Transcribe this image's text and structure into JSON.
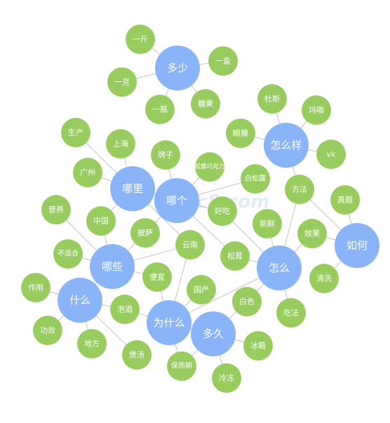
{
  "colors": {
    "primary": "#8ab4f8",
    "secondary": "#99cc5f",
    "edge": "#c4c4c4",
    "watermark": "#e3ecf6"
  },
  "watermark": {
    "text": "cc8.com"
  },
  "graph": {
    "nodes": [
      {
        "id": "duoshao",
        "label": "多少",
        "kind": "primary"
      },
      {
        "id": "yijin",
        "label": "一斤",
        "kind": "secondary"
      },
      {
        "id": "yihe",
        "label": "一盒",
        "kind": "secondary"
      },
      {
        "id": "yike",
        "label": "一克",
        "kind": "secondary"
      },
      {
        "id": "yiping",
        "label": "一瓶",
        "kind": "secondary"
      },
      {
        "id": "tangguo",
        "label": "糖果",
        "kind": "secondary"
      },
      {
        "id": "zenmeyang",
        "label": "怎么样",
        "kind": "primary"
      },
      {
        "id": "dufu",
        "label": "杜斯",
        "kind": "secondary"
      },
      {
        "id": "maka",
        "label": "玛咖",
        "kind": "secondary"
      },
      {
        "id": "yanmo",
        "label": "眼膜",
        "kind": "secondary"
      },
      {
        "id": "vk",
        "label": "vk",
        "kind": "secondary"
      },
      {
        "id": "shengchan",
        "label": "生产",
        "kind": "secondary"
      },
      {
        "id": "shanghai",
        "label": "上海",
        "kind": "secondary"
      },
      {
        "id": "paizi",
        "label": "牌子",
        "kind": "secondary"
      },
      {
        "id": "songlu",
        "label": "松露巧克力",
        "kind": "secondary"
      },
      {
        "id": "baisonglu",
        "label": "白松露",
        "kind": "secondary"
      },
      {
        "id": "guangzhou",
        "label": "广州",
        "kind": "secondary"
      },
      {
        "id": "nali",
        "label": "哪里",
        "kind": "primary"
      },
      {
        "id": "nage",
        "label": "哪个",
        "kind": "primary"
      },
      {
        "id": "fangfa",
        "label": "方法",
        "kind": "secondary"
      },
      {
        "id": "zhenjia",
        "label": "真假",
        "kind": "secondary"
      },
      {
        "id": "yingyang",
        "label": "营养",
        "kind": "secondary"
      },
      {
        "id": "haochi",
        "label": "好吃",
        "kind": "secondary"
      },
      {
        "id": "zhongguo",
        "label": "中国",
        "kind": "secondary"
      },
      {
        "id": "xinxian",
        "label": "新鲜",
        "kind": "secondary"
      },
      {
        "id": "xiaoguo",
        "label": "效果",
        "kind": "secondary"
      },
      {
        "id": "ruhe",
        "label": "如何",
        "kind": "primary"
      },
      {
        "id": "pisa",
        "label": "披萨",
        "kind": "secondary"
      },
      {
        "id": "yunnan",
        "label": "云南",
        "kind": "secondary"
      },
      {
        "id": "buheshi",
        "label": "不适合",
        "kind": "secondary"
      },
      {
        "id": "naxie",
        "label": "哪些",
        "kind": "primary"
      },
      {
        "id": "songrong",
        "label": "松茸",
        "kind": "secondary"
      },
      {
        "id": "zenme",
        "label": "怎么",
        "kind": "primary"
      },
      {
        "id": "qingxi",
        "label": "清洗",
        "kind": "secondary"
      },
      {
        "id": "bianyi",
        "label": "便宜",
        "kind": "secondary"
      },
      {
        "id": "zuoyong",
        "label": "作用",
        "kind": "secondary"
      },
      {
        "id": "shenme",
        "label": "什么",
        "kind": "primary"
      },
      {
        "id": "guochan",
        "label": "国产",
        "kind": "secondary"
      },
      {
        "id": "paojiu",
        "label": "泡酒",
        "kind": "secondary"
      },
      {
        "id": "baise",
        "label": "白色",
        "kind": "secondary"
      },
      {
        "id": "chifa",
        "label": "吃法",
        "kind": "secondary"
      },
      {
        "id": "weishenme",
        "label": "为什么",
        "kind": "primary"
      },
      {
        "id": "gongxiao",
        "label": "功效",
        "kind": "secondary"
      },
      {
        "id": "duojiu",
        "label": "多久",
        "kind": "primary"
      },
      {
        "id": "difang",
        "label": "地方",
        "kind": "secondary"
      },
      {
        "id": "baotang",
        "label": "煲汤",
        "kind": "secondary"
      },
      {
        "id": "bingxiang",
        "label": "冰箱",
        "kind": "secondary"
      },
      {
        "id": "baozhiqi",
        "label": "保质期",
        "kind": "secondary"
      },
      {
        "id": "lengdong",
        "label": "冷冻",
        "kind": "secondary"
      }
    ],
    "edges": [
      [
        "duoshao",
        "yijin"
      ],
      [
        "duoshao",
        "yihe"
      ],
      [
        "duoshao",
        "yike"
      ],
      [
        "duoshao",
        "yiping"
      ],
      [
        "duoshao",
        "tangguo"
      ],
      [
        "zenmeyang",
        "dufu"
      ],
      [
        "zenmeyang",
        "maka"
      ],
      [
        "zenmeyang",
        "yanmo"
      ],
      [
        "zenmeyang",
        "vk"
      ],
      [
        "zenmeyang",
        "fangfa"
      ],
      [
        "nali",
        "shengchan"
      ],
      [
        "nali",
        "shanghai"
      ],
      [
        "nali",
        "guangzhou"
      ],
      [
        "nali",
        "zhongguo"
      ],
      [
        "nali",
        "yunnan"
      ],
      [
        "nali",
        "nage"
      ],
      [
        "nage",
        "paizi"
      ],
      [
        "nage",
        "songlu"
      ],
      [
        "nage",
        "baisonglu"
      ],
      [
        "nage",
        "haochi"
      ],
      [
        "nage",
        "pisa"
      ],
      [
        "nage",
        "songrong"
      ],
      [
        "ruhe",
        "fangfa"
      ],
      [
        "ruhe",
        "zhenjia"
      ],
      [
        "ruhe",
        "xiaoguo"
      ],
      [
        "ruhe",
        "qingxi"
      ],
      [
        "zenme",
        "xinxian"
      ],
      [
        "zenme",
        "xiaoguo"
      ],
      [
        "zenme",
        "songrong"
      ],
      [
        "zenme",
        "chifa"
      ],
      [
        "zenme",
        "baise"
      ],
      [
        "zenme",
        "haochi"
      ],
      [
        "zenme",
        "fangfa"
      ],
      [
        "naxie",
        "yingyang"
      ],
      [
        "naxie",
        "buheshi"
      ],
      [
        "naxie",
        "zhongguo"
      ],
      [
        "naxie",
        "pisa"
      ],
      [
        "naxie",
        "yunnan"
      ],
      [
        "naxie",
        "bianyi"
      ],
      [
        "naxie",
        "shenme"
      ],
      [
        "shenme",
        "zuoyong"
      ],
      [
        "shenme",
        "gongxiao"
      ],
      [
        "shenme",
        "difang"
      ],
      [
        "shenme",
        "paojiu"
      ],
      [
        "shenme",
        "baotang"
      ],
      [
        "weishenme",
        "bianyi"
      ],
      [
        "weishenme",
        "paojiu"
      ],
      [
        "weishenme",
        "guochan"
      ],
      [
        "weishenme",
        "baozhiqi"
      ],
      [
        "weishenme",
        "duojiu"
      ],
      [
        "weishenme",
        "yunnan"
      ],
      [
        "weishenme",
        "zenme"
      ],
      [
        "duojiu",
        "bingxiang"
      ],
      [
        "duojiu",
        "lengdong"
      ],
      [
        "duojiu",
        "baise"
      ],
      [
        "duojiu",
        "baozhiqi"
      ]
    ]
  }
}
